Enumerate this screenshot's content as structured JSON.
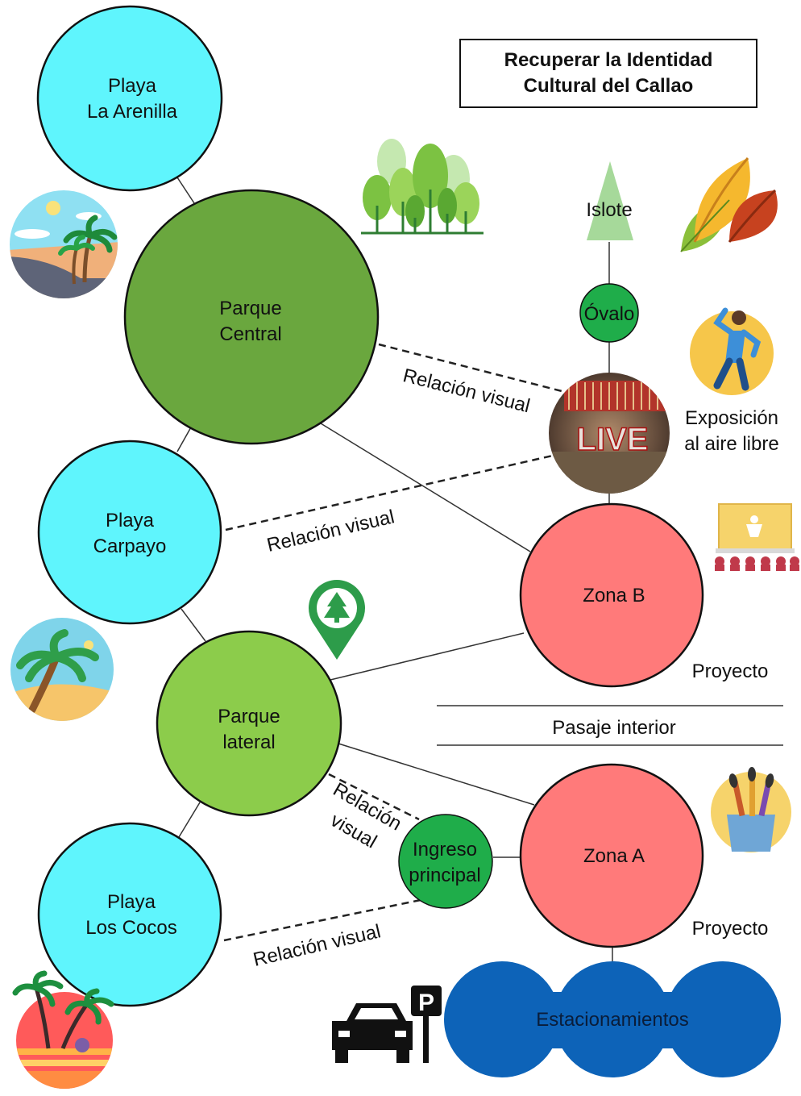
{
  "title": {
    "line1": "Recuperar la Identidad",
    "line2": "Cultural del Callao"
  },
  "nodes": {
    "playa_la_arenilla": {
      "line1": "Playa",
      "line2": "La Arenilla"
    },
    "parque_central": {
      "line1": "Parque",
      "line2": "Central"
    },
    "playa_carpayo": {
      "line1": "Playa",
      "line2": "Carpayo"
    },
    "parque_lateral": {
      "line1": "Parque",
      "line2": "lateral"
    },
    "playa_los_cocos": {
      "line1": "Playa",
      "line2": "Los Cocos"
    },
    "zona_b": {
      "label": "Zona B",
      "caption": "Proyecto"
    },
    "zona_a": {
      "label": "Zona A",
      "caption": "Proyecto"
    },
    "ovalo": {
      "label": "Óvalo"
    },
    "islote": {
      "label": "Islote"
    },
    "ingreso_principal": {
      "line1": "Ingreso",
      "line2": "principal"
    },
    "exposicion": {
      "line1": "Exposición",
      "line2": "al aire libre",
      "image_text": "LIVE"
    },
    "estacionamientos": {
      "label": "Estacionamientos"
    }
  },
  "relations": {
    "central_exposicion": "Relación visual",
    "carpayo_exposicion": "Relación visual",
    "lateral_ingreso_line1": "Relación",
    "lateral_ingreso_line2": "visual",
    "cocos_ingreso": "Relación visual"
  },
  "pasaje": {
    "label": "Pasaje interior"
  },
  "parking_sign": {
    "letter": "P"
  },
  "colors": {
    "beach": "#5ff5fd",
    "park_dark": "#6aa73e",
    "park_light": "#8ccc4b",
    "zone": "#ff7a7a",
    "node_green": "#1fad4a",
    "parking": "#0d63b8"
  },
  "icons": [
    "beach-sun-palms-icon",
    "palm-island-icon",
    "sunset-palms-icon",
    "forest-icon",
    "tree-location-pin-icon",
    "autumn-leaves-icon",
    "dancer-icon",
    "presentation-stage-icon",
    "paint-brushes-icon",
    "car-icon",
    "parking-sign-icon"
  ]
}
